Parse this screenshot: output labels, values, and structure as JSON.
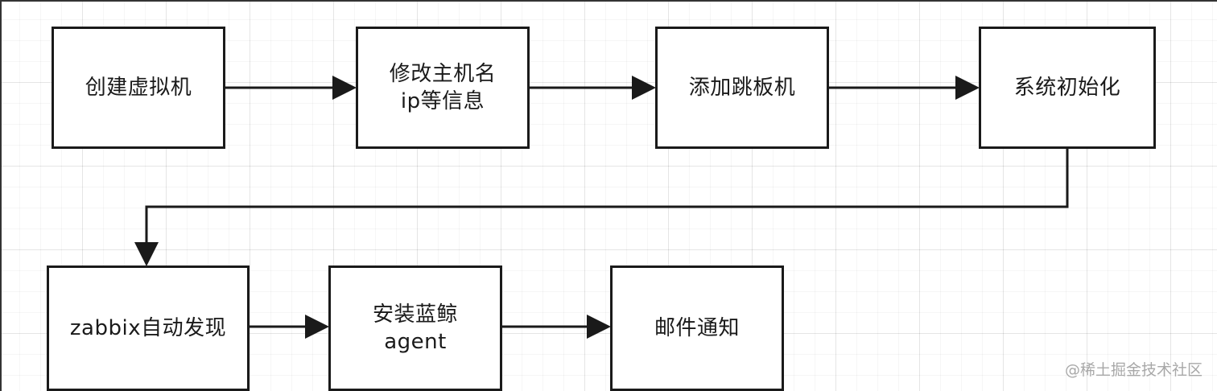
{
  "nodes": [
    {
      "id": "create-vm",
      "lines": [
        "创建虚拟机"
      ]
    },
    {
      "id": "modify-hostname",
      "lines": [
        "修改主机名",
        "ip等信息"
      ]
    },
    {
      "id": "add-jump-host",
      "lines": [
        "添加跳板机"
      ]
    },
    {
      "id": "system-init",
      "lines": [
        "系统初始化"
      ]
    },
    {
      "id": "zabbix-discovery",
      "lines": [
        "zabbix自动发现"
      ]
    },
    {
      "id": "install-agent",
      "lines": [
        "安装蓝鲸",
        "agent"
      ]
    },
    {
      "id": "email-notify",
      "lines": [
        "邮件通知"
      ]
    }
  ],
  "edges": [
    [
      "create-vm",
      "modify-hostname"
    ],
    [
      "modify-hostname",
      "add-jump-host"
    ],
    [
      "add-jump-host",
      "system-init"
    ],
    [
      "system-init",
      "zabbix-discovery"
    ],
    [
      "zabbix-discovery",
      "install-agent"
    ],
    [
      "install-agent",
      "email-notify"
    ]
  ],
  "watermark": "@稀土掘金技术社区"
}
